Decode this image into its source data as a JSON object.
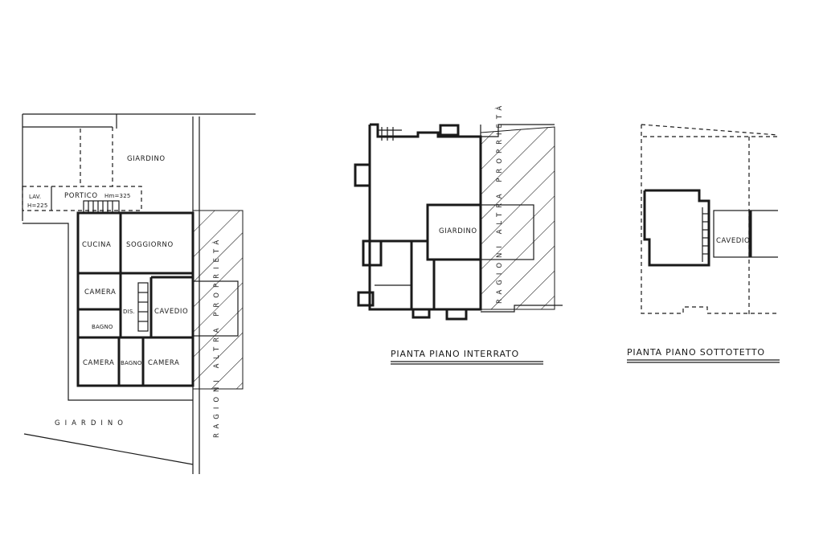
{
  "ground_floor": {
    "giardino_top": "GIARDINO",
    "lav": "LAV.",
    "lav_h": "H=225",
    "portico": "PORTICO",
    "portico_h": "Hm=325",
    "cucina": "CUCINA",
    "soggiorno": "SOGGIORNO",
    "camera_1": "CAMERA",
    "dis": "DIS.",
    "cavedio": "CAVEDIO",
    "bagno_1": "BAGNO",
    "camera_2": "CAMERA",
    "bagno_2": "BAGNO",
    "camera_3": "CAMERA",
    "giardino_bottom": "GIARDINO",
    "ragioni_altra_proprieta": "RAGIONI ALTRA PROPRIETÀ"
  },
  "basement": {
    "title": "PIANTA PIANO INTERRATO",
    "giardino": "GIARDINO",
    "ragioni_altra_proprieta": "RAGIONI ALTRA PROPRIETÀ"
  },
  "attic": {
    "title": "PIANTA PIANO SOTTOTETTO",
    "cavedio": "CAVEDIO"
  }
}
